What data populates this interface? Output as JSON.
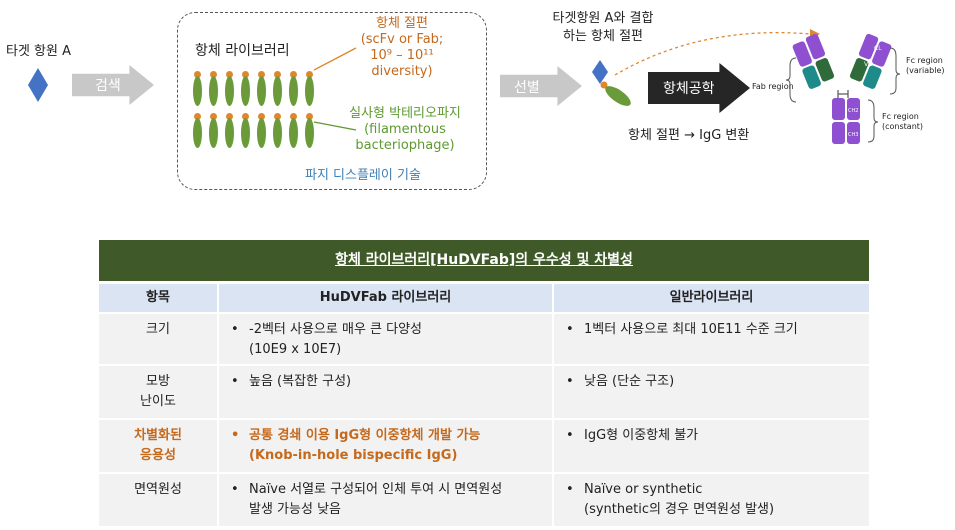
{
  "diagram": {
    "target_antigen_label": "타겟 항원 A",
    "search_label": "검색",
    "library_title": "항체 라이브러리",
    "antibody_fragment_label": [
      "항체 절편",
      "(scFv or Fab;",
      "10⁹ – 10¹¹",
      "diversity)"
    ],
    "phage_label": [
      "실사형 박테리오파지",
      "(filamentous",
      "bacteriophage)"
    ],
    "phage_display_label": "파지 디스플레이 기술",
    "select_label": "선별",
    "binding_label": [
      "타겟항원 A와 결합",
      "하는 항체 절편"
    ],
    "engineering_label": "항체공학",
    "conversion_label": "항체 절편 → IgG 변환",
    "fab_region_label": "Fab region",
    "fc_variable_label": [
      "Fc region",
      "(variable)"
    ],
    "fc_constant_label": [
      "Fc region",
      "(constant)"
    ],
    "domain_labels": {
      "cl": "CL",
      "vl": "VL",
      "ch1": "CH1",
      "ch2": "CH2",
      "ch3": "CH3"
    },
    "colors": {
      "antigen": "#4472c4",
      "arrow": "#c8c8c8",
      "phage": "#6b9a3a",
      "tip": "#e2862c",
      "heavy": "#8e4fd1",
      "teal": "#1f8a8a",
      "green_dark": "#2f6b3a"
    }
  },
  "table": {
    "title": "항체 라이브러리[HuDVFab]의 우수성 및 차별성",
    "headers": [
      "항목",
      "HuDVFab 라이브러리",
      "일반라이브러리"
    ],
    "rows": [
      {
        "item": [
          "크기"
        ],
        "hudv": [
          "-2벡터 사용으로 매우 큰 다양성",
          "(10E9 x 10E7)"
        ],
        "general": [
          "1벡터 사용으로  최대 10E11 수준 크기"
        ]
      },
      {
        "item": [
          "모방",
          "난이도"
        ],
        "hudv": [
          "높음  (복잡한 구성)"
        ],
        "general": [
          "낮음  (단순 구조)"
        ]
      },
      {
        "item": [
          "차별화된",
          "응용성"
        ],
        "hudv": [
          "공통 경쇄 이용 IgG형 이중항체 개발 가능",
          "(Knob-in-hole bispecific IgG)"
        ],
        "general": [
          "IgG형 이중항체 불가"
        ]
      },
      {
        "item": [
          "면역원성"
        ],
        "hudv": [
          "Naïve 서열로 구성되어 인체 투여 시 면역원성",
          "발생 가능성 낮음"
        ],
        "general": [
          "Naïve or synthetic",
          "(synthetic의 경우 면역원성 발생)"
        ]
      }
    ]
  }
}
